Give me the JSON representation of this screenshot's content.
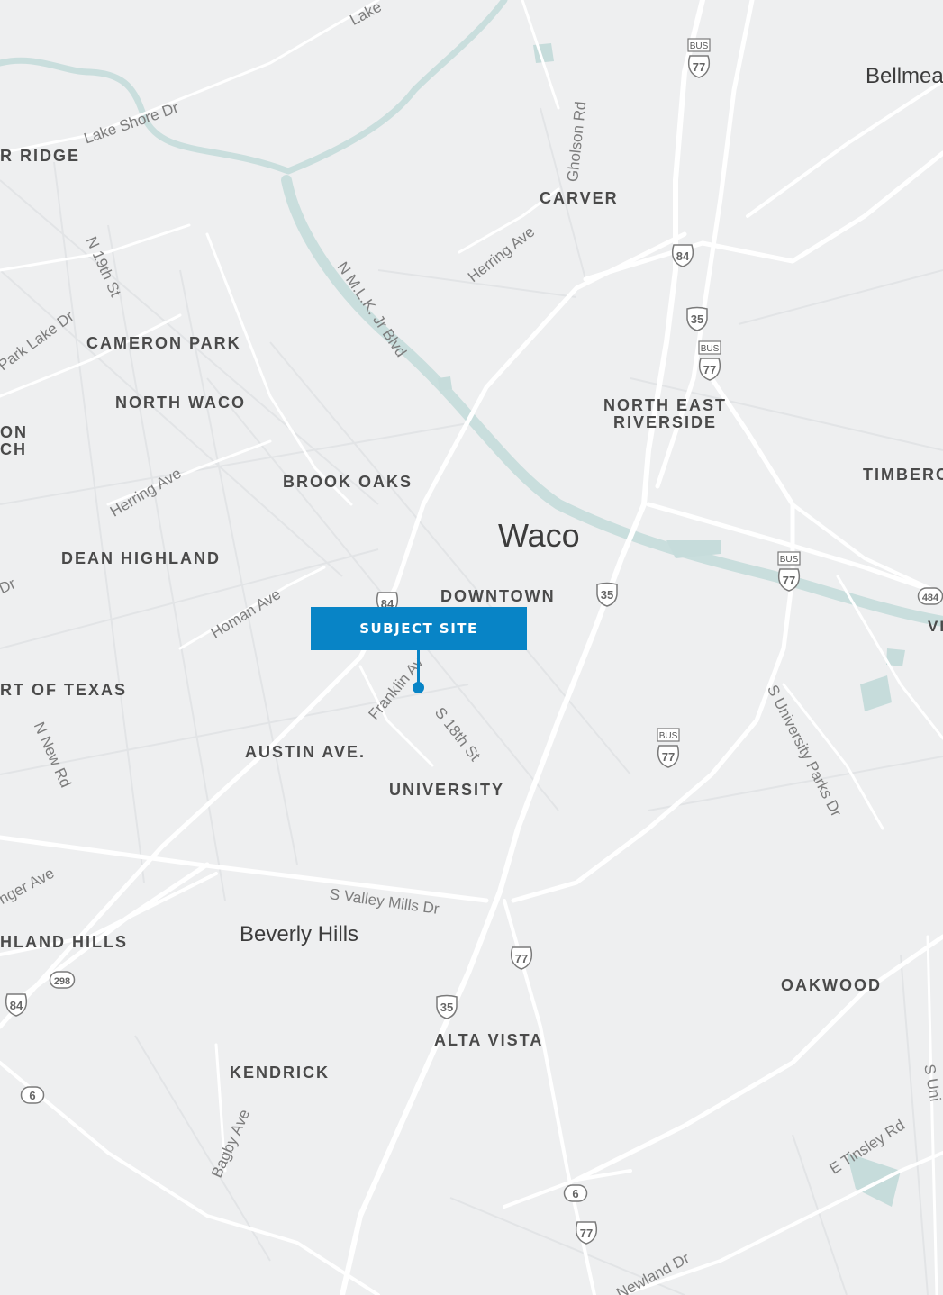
{
  "map": {
    "city_labels": [
      {
        "id": "waco",
        "text": "Waco"
      },
      {
        "id": "bellmead",
        "text": "Bellmea"
      },
      {
        "id": "beverly-hills",
        "text": "Beverly Hills"
      }
    ],
    "neighborhoods": [
      {
        "id": "ridge",
        "text": "R RIDGE"
      },
      {
        "id": "carver",
        "text": "CARVER"
      },
      {
        "id": "cameron-park",
        "text": "CAMERON PARK"
      },
      {
        "id": "north-waco",
        "text": "NORTH WACO"
      },
      {
        "id": "on-ch",
        "text": "ON\nCH"
      },
      {
        "id": "north-east-riverside",
        "text": "NORTH EAST\nRIVERSIDE"
      },
      {
        "id": "brook-oaks",
        "text": "BROOK OAKS"
      },
      {
        "id": "timberc",
        "text": "TIMBERC"
      },
      {
        "id": "dean-highland",
        "text": "DEAN HIGHLAND"
      },
      {
        "id": "downtown",
        "text": "DOWNTOWN"
      },
      {
        "id": "rt-of-texas",
        "text": "RT OF TEXAS"
      },
      {
        "id": "austin-ave",
        "text": "AUSTIN AVE."
      },
      {
        "id": "university",
        "text": "UNIVERSITY"
      },
      {
        "id": "hland-hills",
        "text": "HLAND HILLS"
      },
      {
        "id": "oakwood",
        "text": "OAKWOOD"
      },
      {
        "id": "alta-vista",
        "text": "ALTA VISTA"
      },
      {
        "id": "kendrick",
        "text": "KENDRICK"
      }
    ],
    "streets": [
      {
        "id": "lake",
        "text": "Lake"
      },
      {
        "id": "lake-shore-dr",
        "text": "Lake Shore Dr"
      },
      {
        "id": "gholson-rd",
        "text": "Gholson Rd"
      },
      {
        "id": "herring-ave-north",
        "text": "Herring Ave"
      },
      {
        "id": "n-19th-st",
        "text": "N 19th St"
      },
      {
        "id": "park-lake-dr",
        "text": "Park Lake Dr"
      },
      {
        "id": "n-mlk-jr-blvd",
        "text": "N M.L.K. Jr Blvd"
      },
      {
        "id": "herring-ave-west",
        "text": "Herring Ave"
      },
      {
        "id": "dr",
        "text": "Dr"
      },
      {
        "id": "homan-ave",
        "text": "Homan Ave"
      },
      {
        "id": "franklin-ave",
        "text": "Franklin Av"
      },
      {
        "id": "s-18th-st",
        "text": "S 18th St"
      },
      {
        "id": "n-new-rd",
        "text": "N New Rd"
      },
      {
        "id": "s-university-parks-dr",
        "text": "S University Parks Dr"
      },
      {
        "id": "s-valley-mills-dr",
        "text": "S Valley Mills Dr"
      },
      {
        "id": "nger-ave",
        "text": "nger Ave"
      },
      {
        "id": "bagby-ave",
        "text": "Bagby Ave"
      },
      {
        "id": "e-tinsley-rd",
        "text": "E Tinsley Rd"
      },
      {
        "id": "newland-dr",
        "text": "Newland Dr"
      },
      {
        "id": "s-uni",
        "text": "S Uni"
      },
      {
        "id": "vi",
        "text": "VI"
      }
    ],
    "route_shields": [
      {
        "id": "us77-bus-north",
        "type": "us-bus",
        "num": "77",
        "top": "BUS"
      },
      {
        "id": "us84-north",
        "type": "us",
        "num": "84"
      },
      {
        "id": "i35-north",
        "type": "interstate",
        "num": "35"
      },
      {
        "id": "us77-bus-mid",
        "type": "us-bus",
        "num": "77",
        "top": "BUS"
      },
      {
        "id": "us77-bus-east",
        "type": "us-bus",
        "num": "77",
        "top": "BUS"
      },
      {
        "id": "us84-center",
        "type": "us",
        "num": "84"
      },
      {
        "id": "i35-center",
        "type": "interstate",
        "num": "35"
      },
      {
        "id": "us77-bus-south",
        "type": "us-bus",
        "num": "77",
        "top": "BUS"
      },
      {
        "id": "us77-south",
        "type": "us",
        "num": "77"
      },
      {
        "id": "i35-south",
        "type": "interstate",
        "num": "35"
      },
      {
        "id": "tx298",
        "type": "state",
        "num": "298"
      },
      {
        "id": "us84-west",
        "type": "us",
        "num": "84"
      },
      {
        "id": "tx6-west",
        "type": "state",
        "num": "6"
      },
      {
        "id": "tx6-south",
        "type": "state",
        "num": "6"
      },
      {
        "id": "us77-far-south",
        "type": "us",
        "num": "77"
      },
      {
        "id": "us484-east",
        "type": "state",
        "num": "484"
      }
    ],
    "marker": {
      "label": "SUBJECT SITE",
      "color": "#0884c6"
    },
    "colors": {
      "land": "#eeeff0",
      "road": "#ffffff",
      "water": "#c6dcdb",
      "text": "#4a4a4a",
      "street_text": "#7d7d7d"
    }
  }
}
